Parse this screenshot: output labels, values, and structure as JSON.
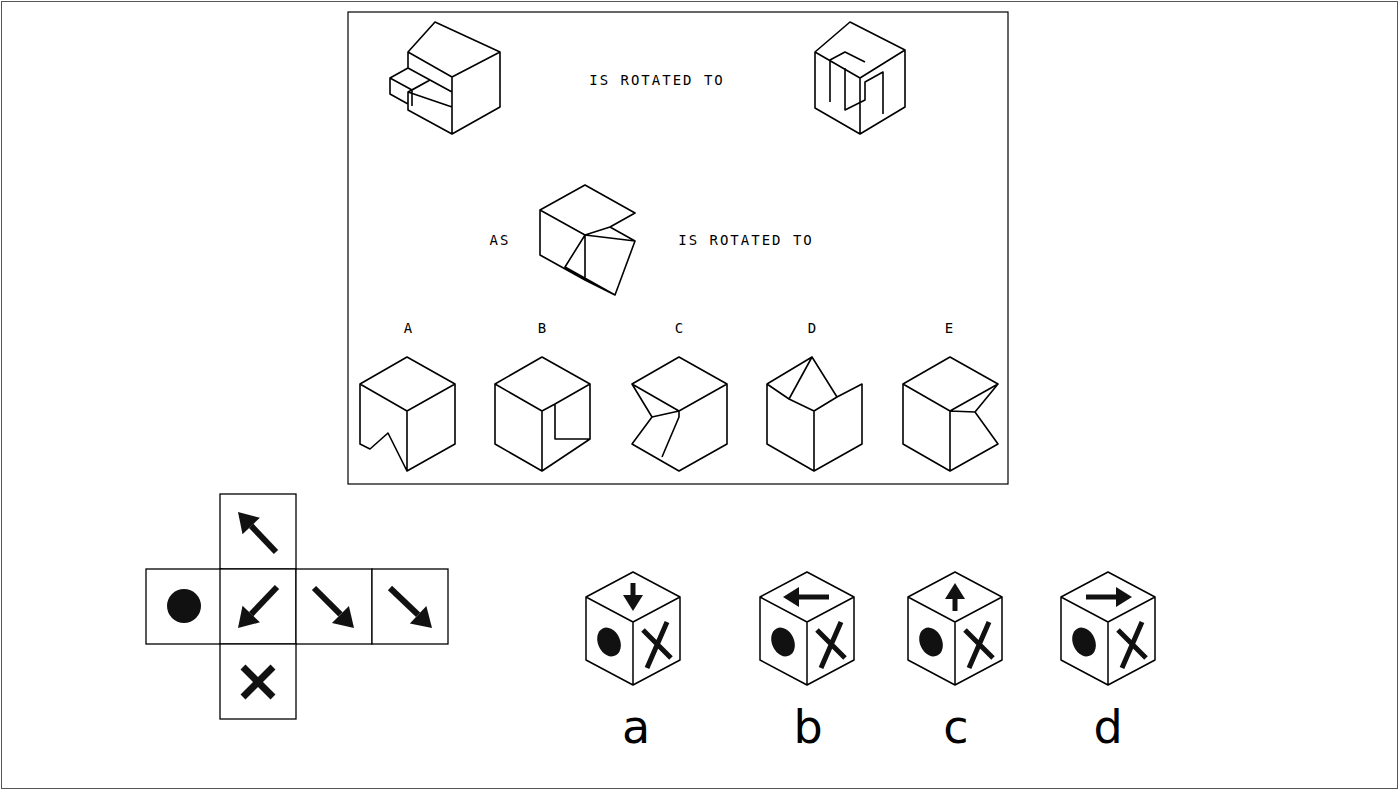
{
  "diagram": {
    "labels": [
      "IS ROTATED TO",
      "AS",
      "IS ROTATED TO",
      "A",
      "B",
      "C",
      "D",
      "E",
      "a",
      "b",
      "c",
      "d"
    ]
  }
}
